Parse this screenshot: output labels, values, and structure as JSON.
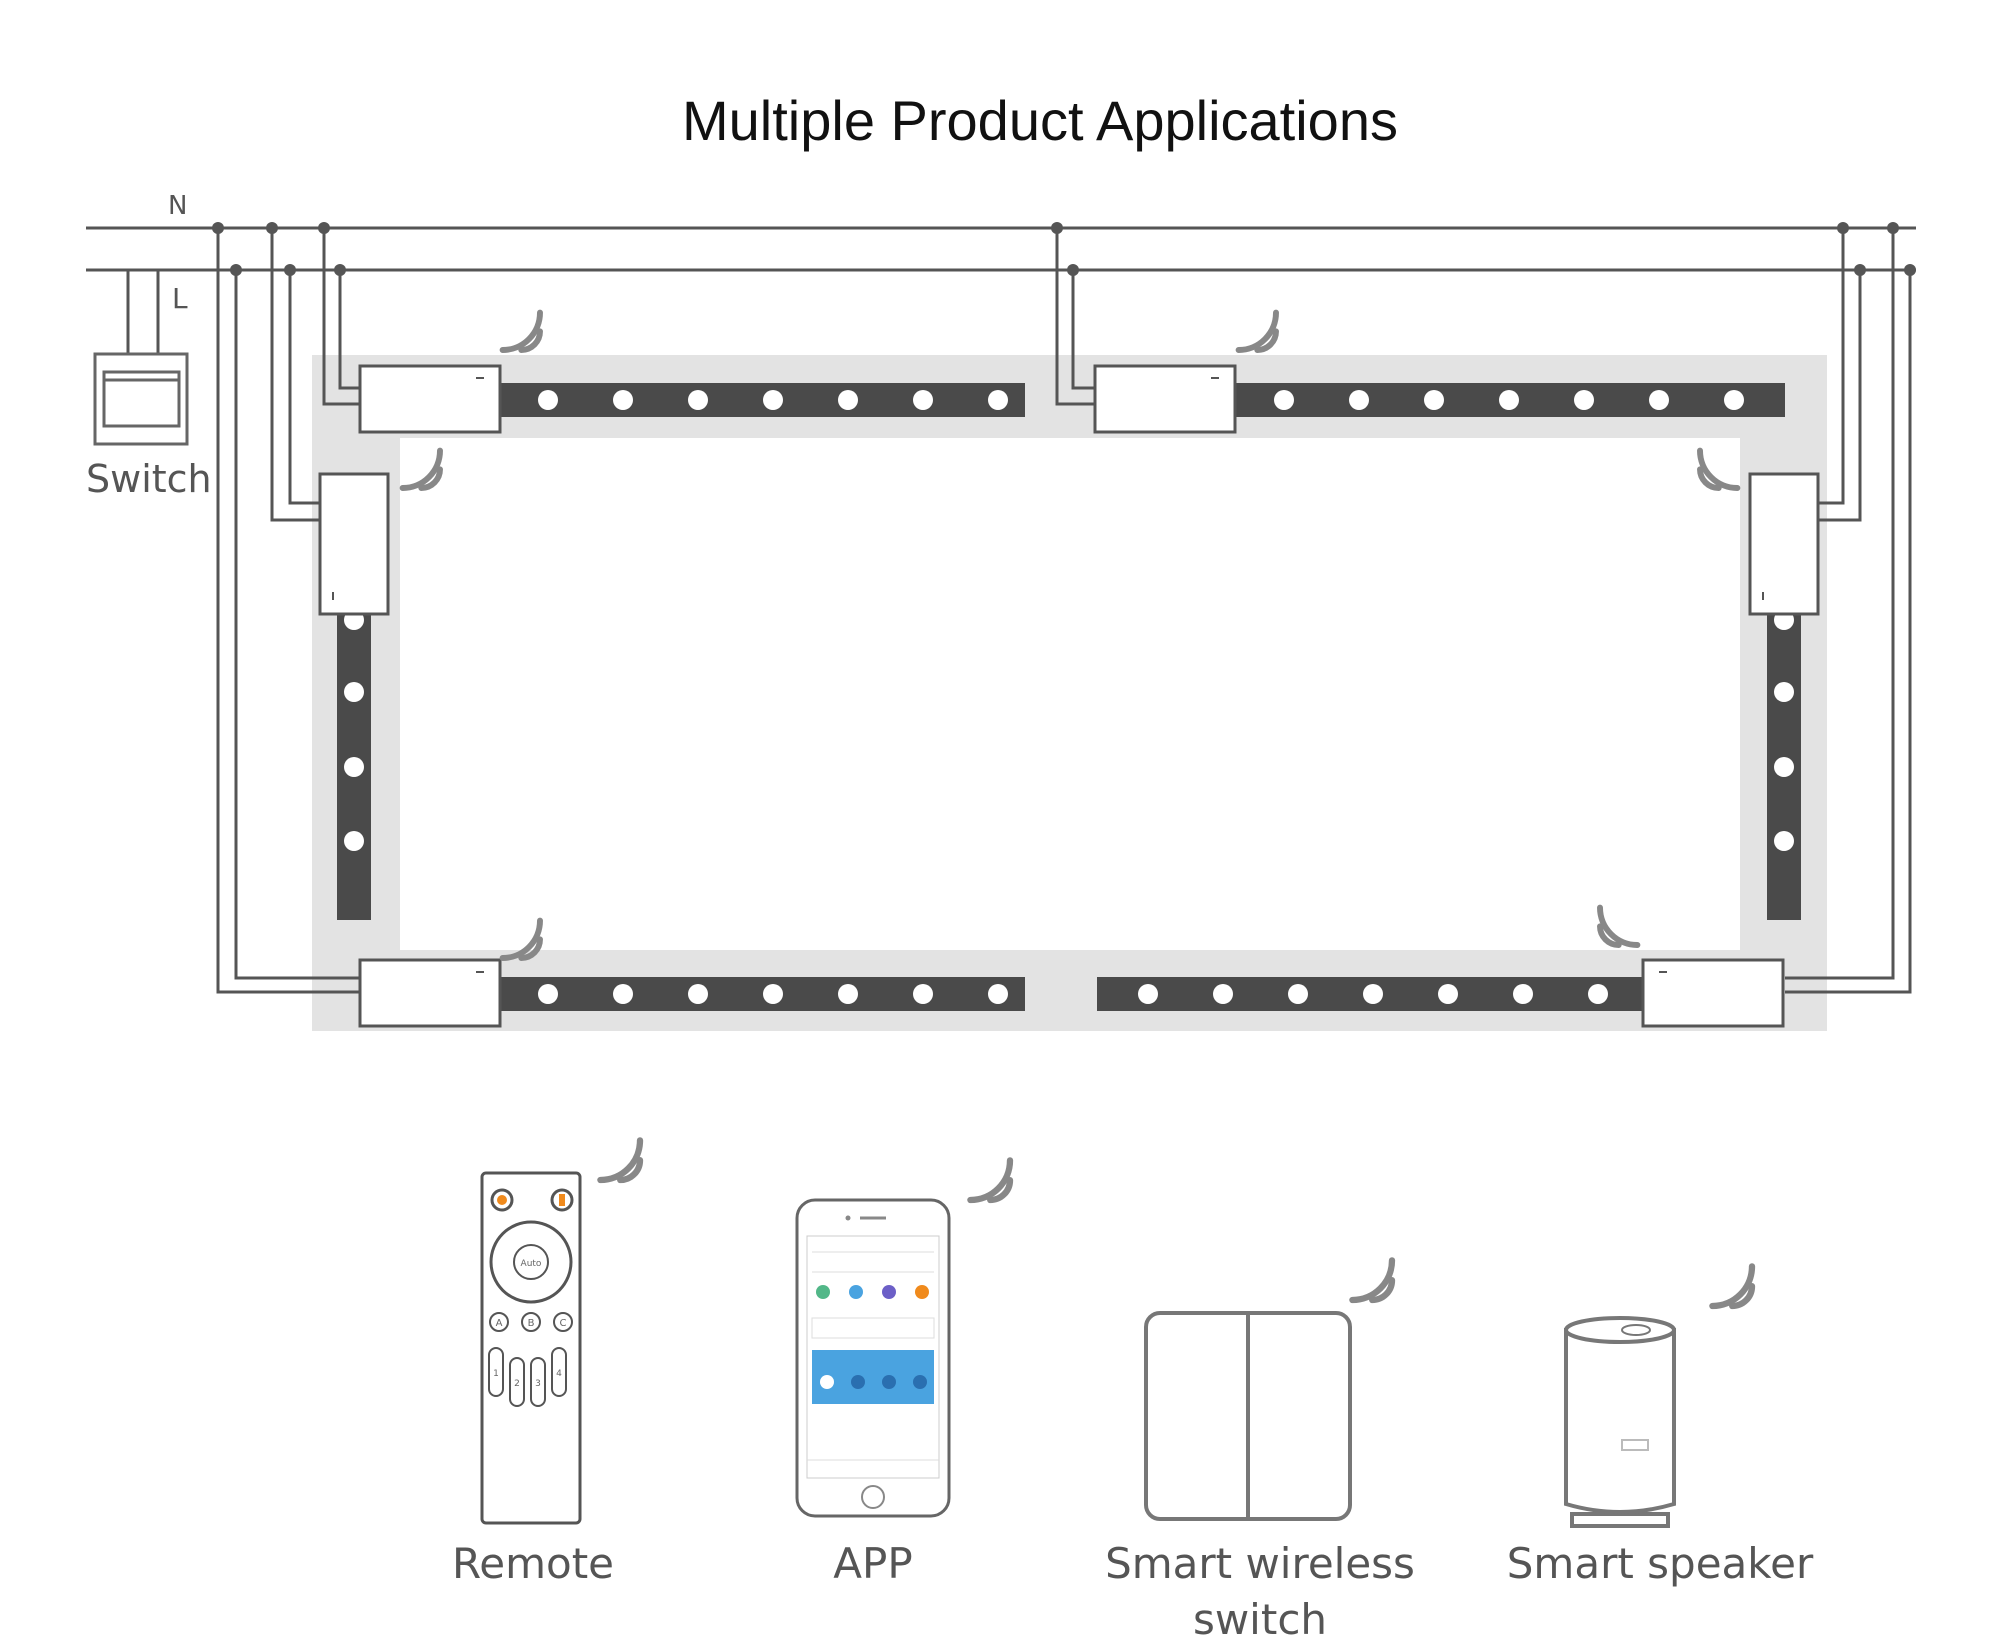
{
  "title": "Multiple Product Applications",
  "wiring": {
    "neutral_label": "N",
    "live_label": "L",
    "switch_label": "Switch"
  },
  "devices": [
    {
      "name": "remote",
      "label": "Remote"
    },
    {
      "name": "app",
      "label": "APP"
    },
    {
      "name": "wireless-switch",
      "label_line1": "Smart wireless",
      "label_line2": "switch"
    },
    {
      "name": "speaker",
      "label": "Smart speaker"
    }
  ],
  "remote": {
    "center_button": "Auto",
    "mode_buttons": [
      "A",
      "B",
      "C"
    ],
    "zone_buttons": [
      "1",
      "2",
      "3",
      "4"
    ]
  },
  "colors": {
    "strip": "#4a4a4a",
    "frame": "#e3e3e3",
    "wire": "#555555",
    "accent": "#f08a1c",
    "app_blue": "#4aa3e0"
  }
}
